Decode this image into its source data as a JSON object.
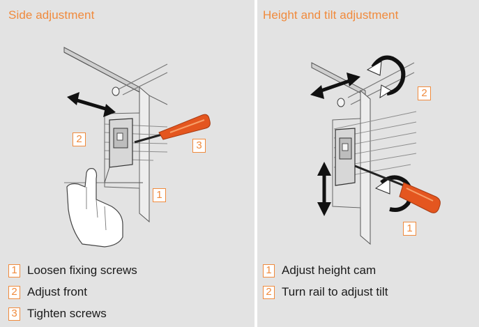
{
  "colors": {
    "accent": "#f08a3c",
    "panel_bg": "#e3e3e3",
    "text": "#1a1a1a"
  },
  "left_panel": {
    "title": "Side adjustment",
    "callouts": [
      "2",
      "3",
      "1"
    ],
    "legend": [
      {
        "num": "1",
        "text": "Loosen fixing screws"
      },
      {
        "num": "2",
        "text": "Adjust front"
      },
      {
        "num": "3",
        "text": "Tighten screws"
      }
    ]
  },
  "right_panel": {
    "title": "Height and tilt adjustment",
    "callouts": [
      "2",
      "1"
    ],
    "legend": [
      {
        "num": "1",
        "text": "Adjust height cam"
      },
      {
        "num": "2",
        "text": "Turn rail to adjust tilt"
      }
    ]
  }
}
